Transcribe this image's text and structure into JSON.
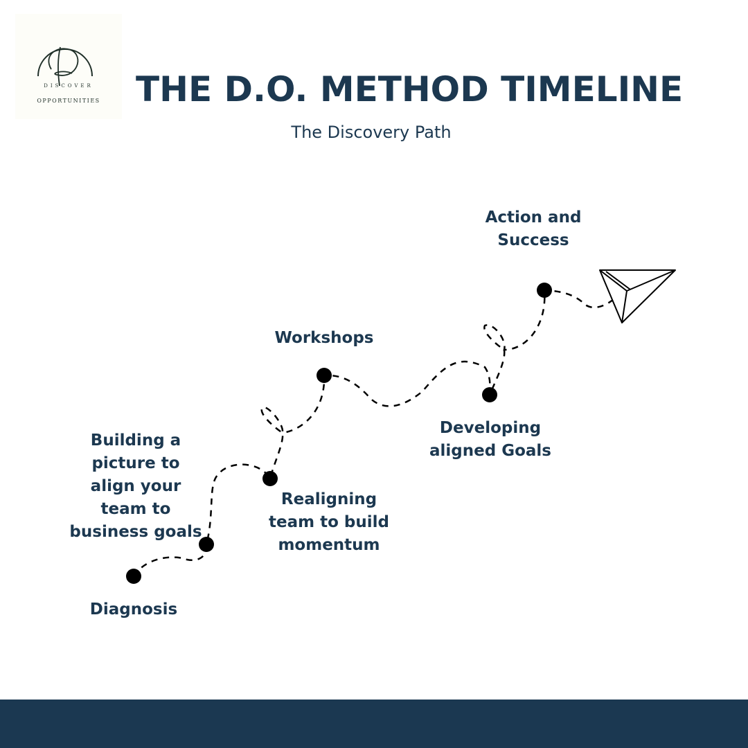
{
  "logo": {
    "letter": "D",
    "ring_text": "DISCOVER",
    "bottom_text": "OPPORTUNITIES"
  },
  "header": {
    "title": "THE D.O. METHOD TIMELINE",
    "subtitle": "The Discovery Path"
  },
  "steps": [
    {
      "label": "Diagnosis"
    },
    {
      "label": "Building a\npicture to\nalign your\nteam to\nbusiness goals"
    },
    {
      "label": "Realigning\nteam to build\nmomentum"
    },
    {
      "label": "Workshops"
    },
    {
      "label": "Developing\naligned Goals"
    },
    {
      "label": "Action and\nSuccess"
    }
  ],
  "colors": {
    "text": "#1c3850",
    "footer": "#1b3851",
    "dot": "#000000"
  },
  "icons": {
    "end": "paper-plane-icon"
  }
}
